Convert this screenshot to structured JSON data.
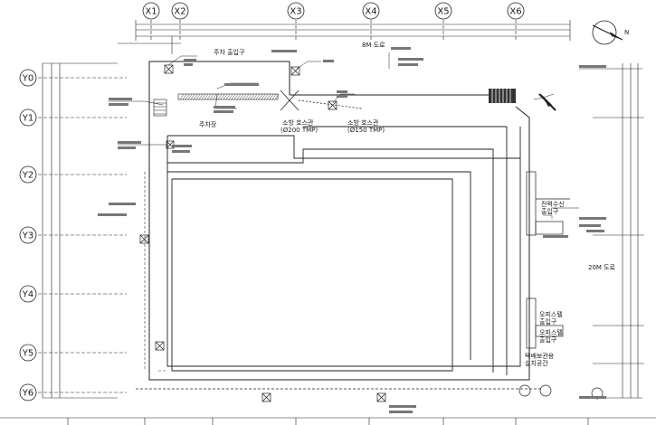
{
  "grid": {
    "x_labels": [
      "X1",
      "X2",
      "X3",
      "X4",
      "X5",
      "X6"
    ],
    "y_labels": [
      "Y0",
      "Y1",
      "Y2",
      "Y3",
      "Y4",
      "Y5",
      "Y6"
    ]
  },
  "annotations": {
    "parking_entrance": "주차 출입구",
    "right_upper_label": "8M 도로",
    "parking_area": "주차장",
    "fire_hose_a": "소방 호스관",
    "fire_hose_a_spec": "(Ø200 TMP)",
    "fire_hose_b": "소방 호스관",
    "fire_hose_b_spec": "(Ø150 TMP)",
    "garden_entrance": "전력수신 출입구",
    "right_area_1": "20M 도로",
    "right_mid": "오피스텔 출입구",
    "right_lower_1": "오피스텔 출입구",
    "bottom_right": "택배보관용 설치공간",
    "north_label": "N"
  }
}
